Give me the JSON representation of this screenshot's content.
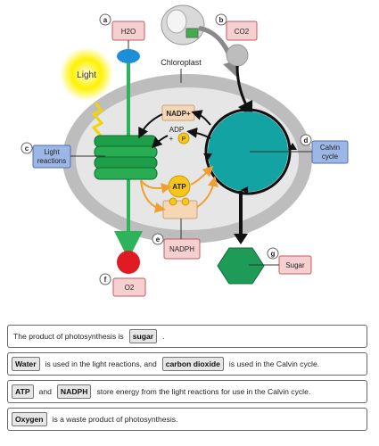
{
  "diagram": {
    "letters": [
      "a",
      "b",
      "c",
      "d",
      "e",
      "f",
      "g"
    ],
    "h2o_label": "H2O",
    "co2_label": "CO2",
    "chloroplast_label": "Chloroplast",
    "light_label": "Light",
    "light_reactions_label": [
      "Light",
      "reactions"
    ],
    "calvin_label": [
      "Calvin",
      "cycle"
    ],
    "nadp_label": "NADP+",
    "adp_label": "ADP",
    "adp_plus": "+",
    "p_label": "P",
    "atp_label": "ATP",
    "nadph_label": "NADPH",
    "o2_label": "O2",
    "sugar_label": "Sugar",
    "colors": {
      "label_fill": "#f6cfd0",
      "label_stroke": "#c25b60",
      "blue_label_fill": "#9cb6e6",
      "blue_label_stroke": "#4f6fb0",
      "teal": "#13a3a3",
      "green": "#2db35a",
      "thylakoid": "#1f9e49",
      "light": "#fff200",
      "water_drop": "#1e8ed8",
      "oxygen": "#e11b23",
      "sugar": "#1e9b57",
      "atp": "#f7c61b",
      "arrow_orange": "#f0a030"
    }
  },
  "sentences": {
    "s1": {
      "text1": "The product of photosynthesis is",
      "chip1": "sugar",
      "text2": "."
    },
    "s2": {
      "chip1": "Water",
      "text1": "is used in the light reactions, and",
      "chip2": "carbon dioxide",
      "text2": "is used in the Calvin cycle."
    },
    "s3": {
      "chip1": "ATP",
      "text1": "and",
      "chip2": "NADPH",
      "text2": "store energy from the light reactions for use in the Calvin cycle."
    },
    "s4": {
      "chip1": "Oxygen",
      "text1": "is a waste product of photosynthesis."
    }
  }
}
